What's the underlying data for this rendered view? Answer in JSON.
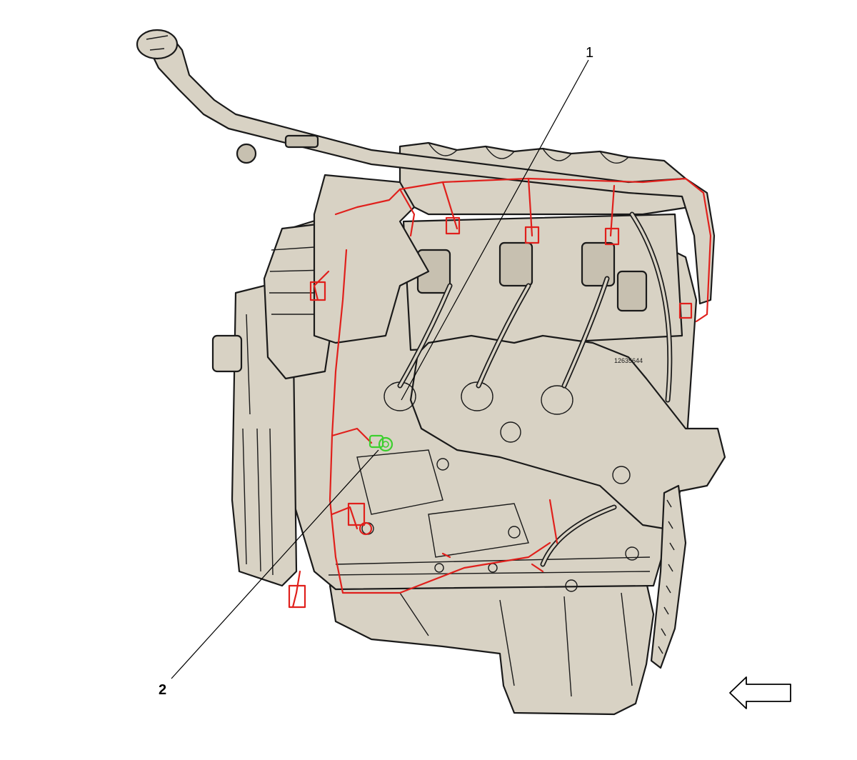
{
  "colors": {
    "background": "#ffffff",
    "engine_fill": "#d8d2c4",
    "engine_shade": "#c7c0b0",
    "outline": "#1a1a1a",
    "harness": "#e0201c",
    "highlight_component": "#3ccf2e",
    "arrow_fill": "#ffffff"
  },
  "callouts": [
    {
      "id": "1",
      "label": "1"
    },
    {
      "id": "2",
      "label": "2"
    }
  ],
  "part_number": "12635644",
  "icons": {
    "direction_arrow": "left-arrow-icon"
  }
}
